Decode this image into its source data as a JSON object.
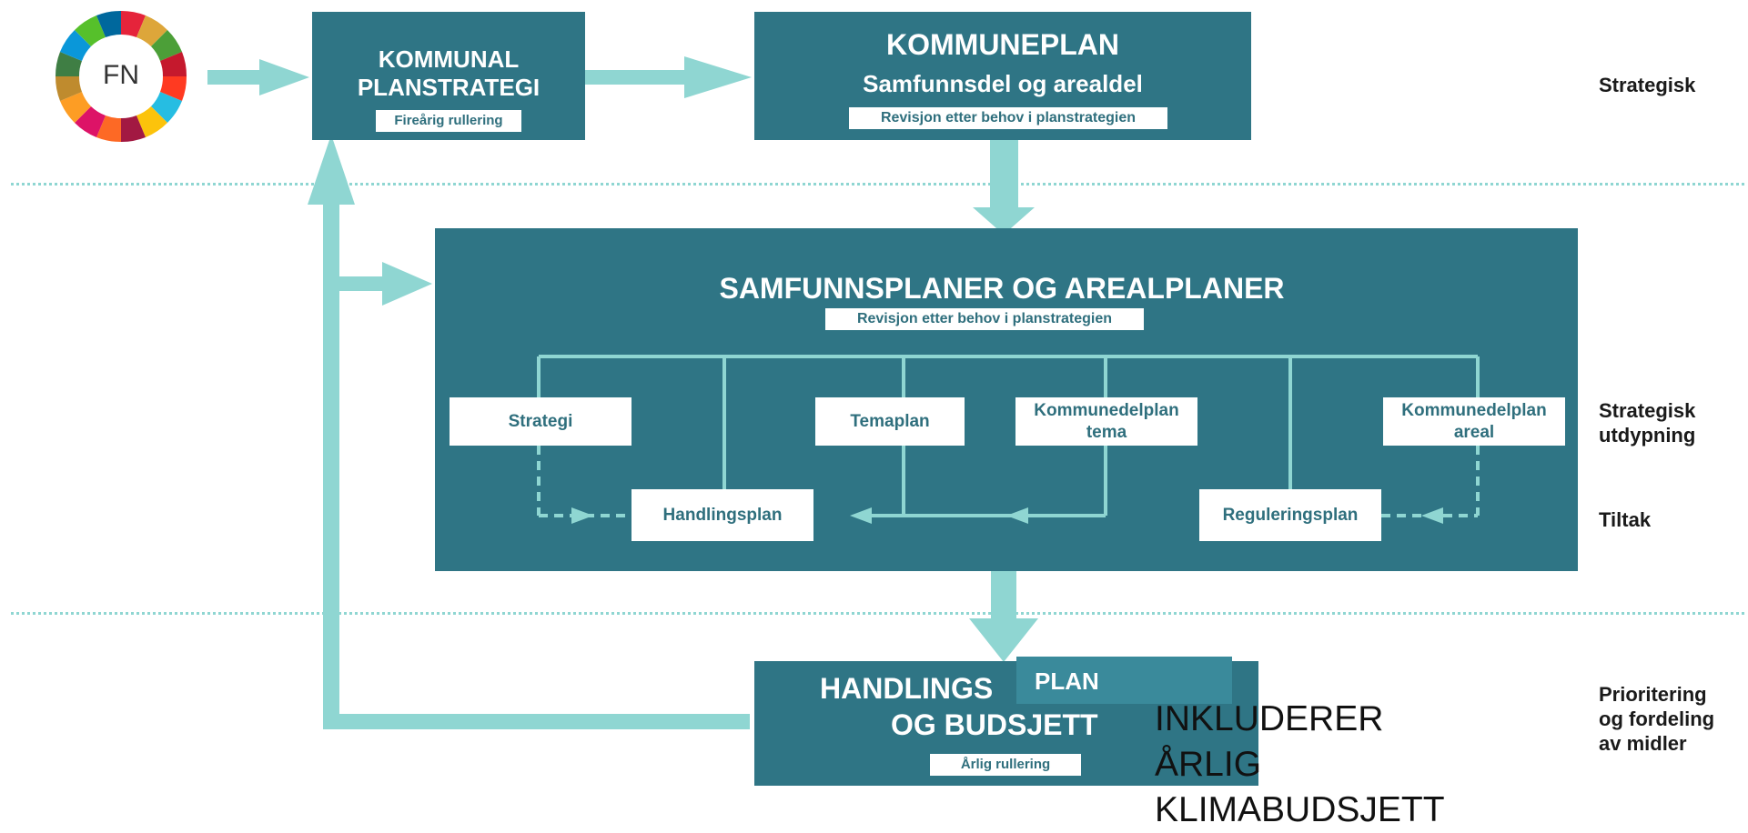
{
  "logo": {
    "label": "FN"
  },
  "planstrategi": {
    "title": [
      "KOMMUNAL",
      "PLANSTRATEGI"
    ],
    "tag": "Fireårig rullering"
  },
  "kommuneplan": {
    "title": "KOMMUNEPLAN",
    "subtitle": "Samfunnsdel og arealdel",
    "tag": "Revisjon etter behov i planstrategien"
  },
  "samfunnsplaner": {
    "title": "SAMFUNNSPLANER OG AREALPLANER",
    "tag": "Revisjon etter behov i planstrategien",
    "boxes": {
      "strategi": "Strategi",
      "temaplan": "Temaplan",
      "kommunedelplan_tema": [
        "Kommunedelplan",
        "tema"
      ],
      "kommunedelplan_areal": [
        "Kommunedelplan",
        "areal"
      ],
      "handlingsplan": "Handlingsplan",
      "reguleringsplan": "Reguleringsplan"
    }
  },
  "handling": {
    "title_line1": "HANDLINGS",
    "title_line2": "OG BUDSJETT",
    "overlay": "PLAN",
    "tag": "Årlig rullering"
  },
  "note": [
    "INKLUDERER",
    "ÅRLIG",
    "KLIMABUDSJETT"
  ],
  "levels": {
    "strategisk": "Strategisk",
    "utdypning": [
      "Strategisk",
      "utdypning"
    ],
    "tiltak": "Tiltak",
    "prioritering": [
      "Prioritering",
      "og fordeling",
      "av midler"
    ]
  },
  "colors": {
    "box": "#2f7585",
    "arrow": "#8fd6d2",
    "overlay": "#3a8a9b",
    "separator": "#8fd6d2"
  }
}
